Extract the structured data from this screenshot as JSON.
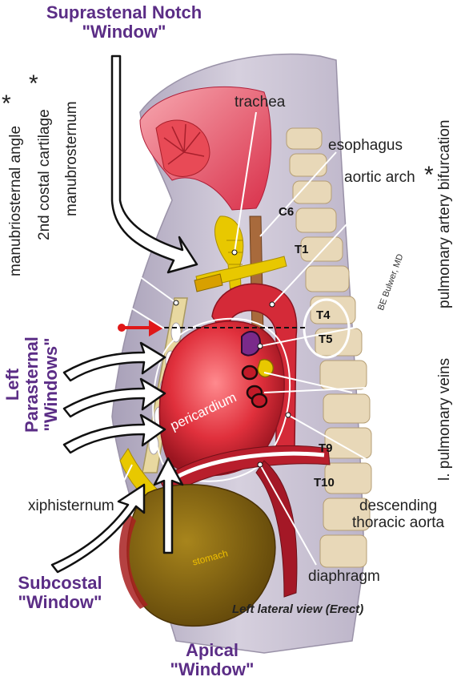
{
  "windows": {
    "suprasternal_line1": "Suprastenal Notch",
    "suprasternal_line2": "\"Window\"",
    "parasternal_line1": "Left",
    "parasternal_line2": "Parasternal",
    "parasternal_line3": "\"Windows\"",
    "subcostal_line1": "Subcostal",
    "subcostal_line2": "\"Window\"",
    "apical_line1": "Apical",
    "apical_line2": "\"Window\""
  },
  "labels": {
    "trachea": "trachea",
    "esophagus": "esophagus",
    "aortic_arch": "aortic arch",
    "manubrosternum": "manubrosternum",
    "costal_cartilage": "2nd costal cartilage",
    "manubriosternal_angle": "manubriosternal angle",
    "pulmonary_artery_bifurcation": "pulmonary artery bifurcation",
    "pulmonary_veins": "l. pulmonary veins",
    "pericardium": "pericardium",
    "xiphisternum": "xiphisternum",
    "descending_aorta_line1": "descending",
    "descending_aorta_line2": "thoracic aorta",
    "diaphragm": "diaphragm",
    "stomach": "stomach",
    "view": "Left lateral view (Erect)",
    "signature": "BE Bulwer, MD",
    "asterisk": "*"
  },
  "vertebrae": {
    "c6": "C6",
    "t1": "T1",
    "t4": "T4",
    "t5": "T5",
    "t9": "T9",
    "t10": "T10"
  },
  "colors": {
    "window_text": "#5b2d86",
    "heart": "#e0303c",
    "aorta": "#d42a38",
    "airway": "#e8c800",
    "spine": "#e8d8b8",
    "stomach": "#8a6a14",
    "arrow_fill": "#ffffff",
    "marker_arrow": "#e01818",
    "body_silhouette": "#c8c0d4"
  }
}
